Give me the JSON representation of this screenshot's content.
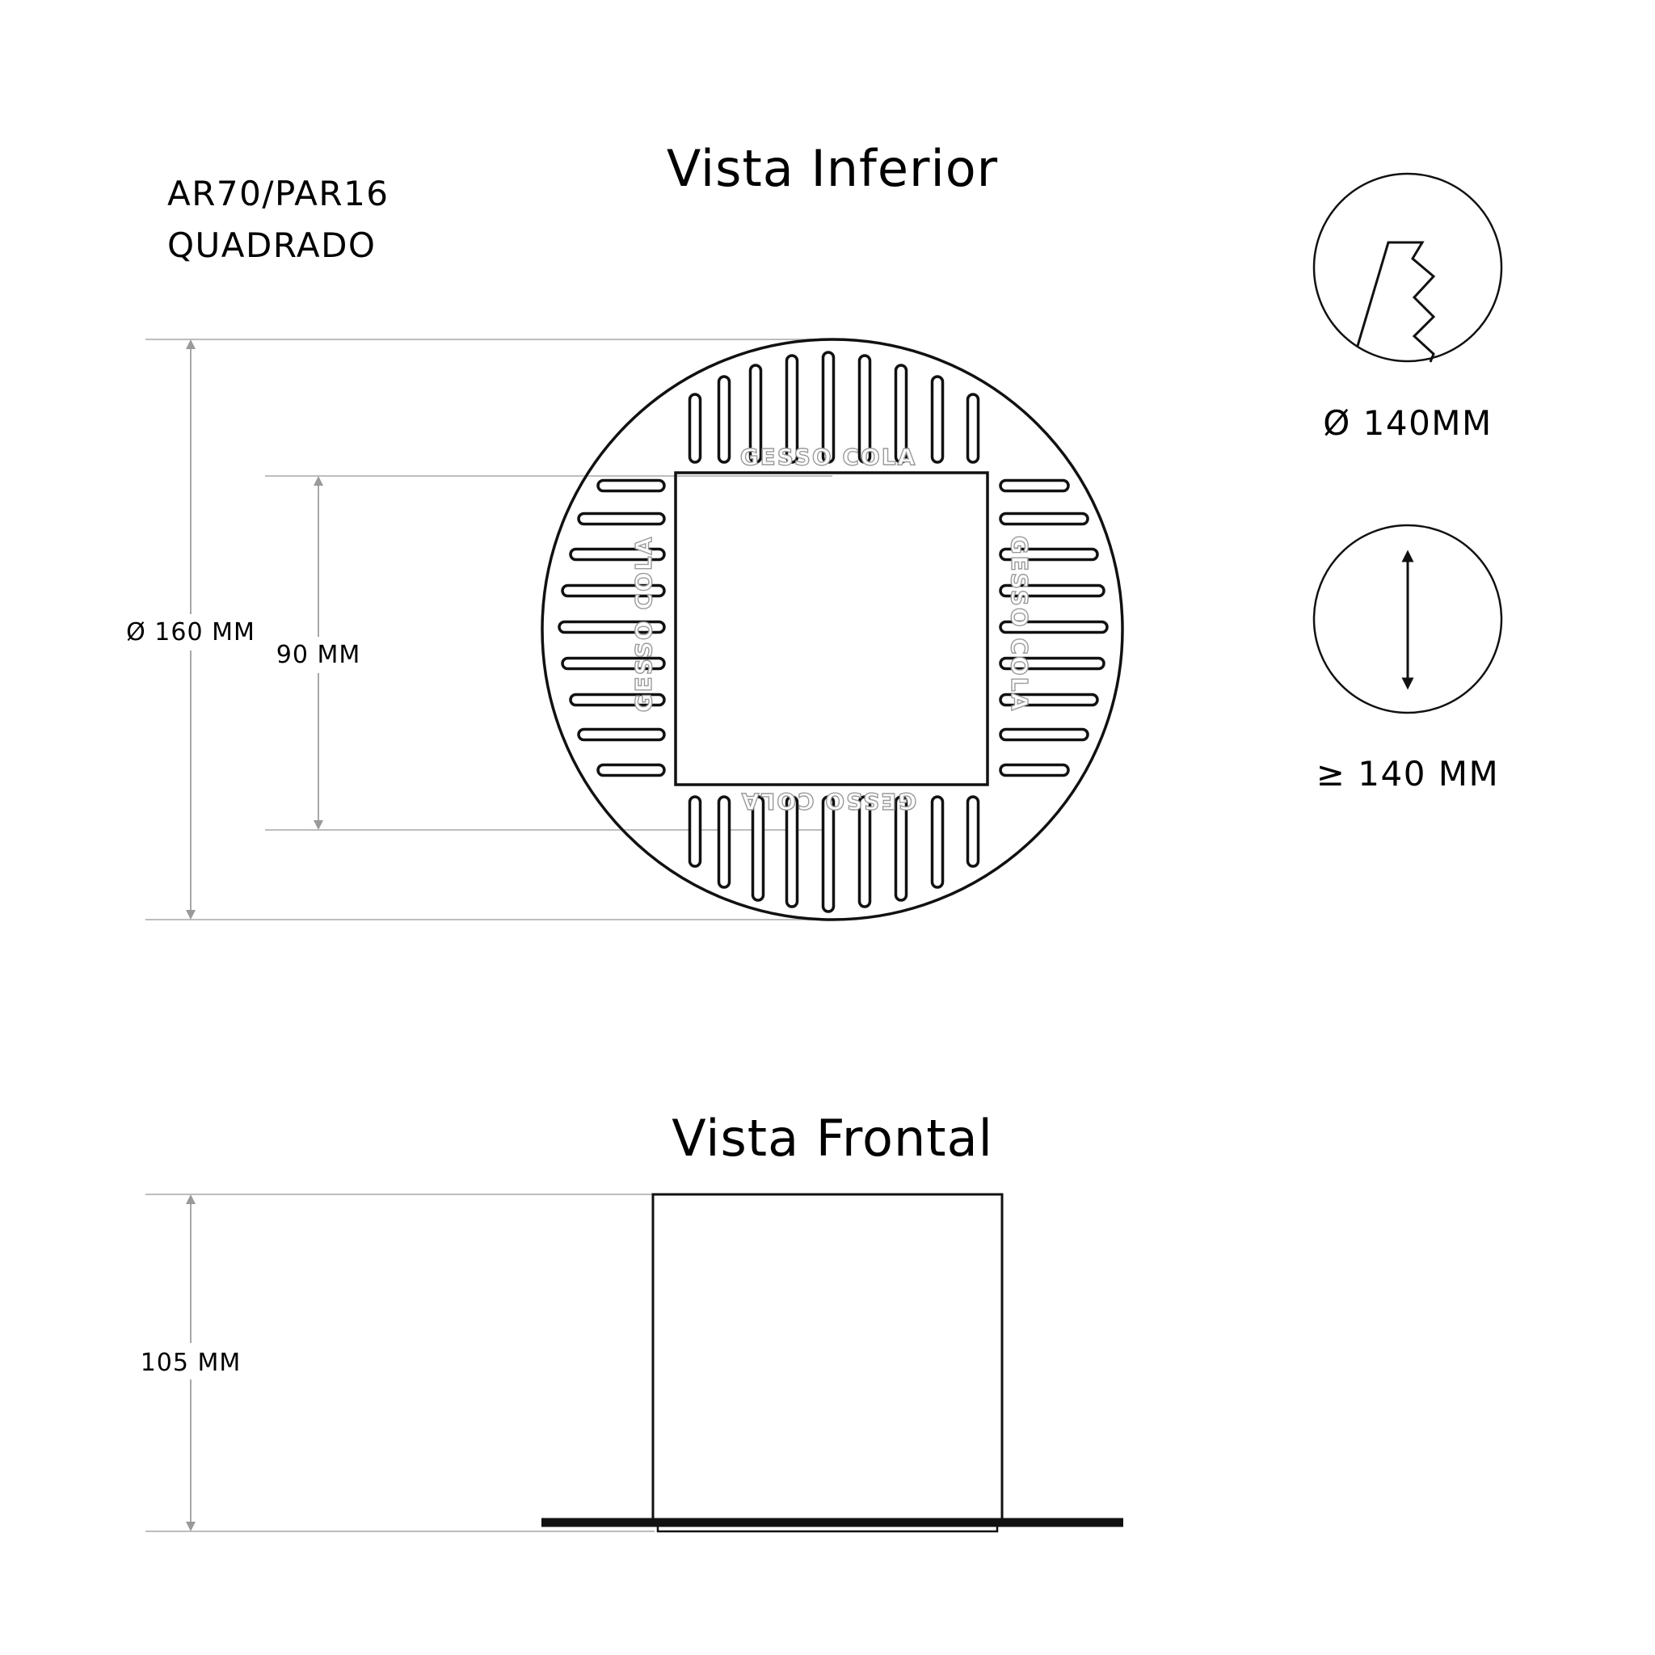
{
  "product": {
    "line1": "AR70/PAR16",
    "line2": "QUADRADO"
  },
  "views": {
    "bottom": "Vista Inferior",
    "front": "Vista Frontal"
  },
  "dimensions": {
    "outer_diameter": "Ø 160 MM",
    "square_side": "90 MM",
    "height": "105 MM"
  },
  "installation": {
    "cutout": "Ø 140MM",
    "min_depth": "≥ 140 MM"
  },
  "labels": {
    "gesso_cola": "GESSO COLA"
  },
  "colors": {
    "line": "#111111",
    "dimension_line": "#bdbdbd",
    "gesso_text": "#9a9a9a"
  },
  "icons": [
    "ceiling-cut-icon",
    "vertical-double-arrow-icon"
  ]
}
